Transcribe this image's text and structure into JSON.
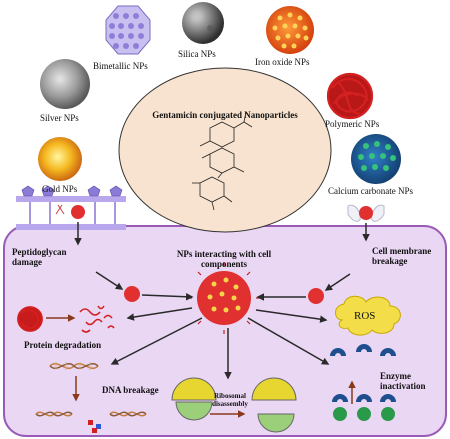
{
  "center_title": "Gentamicin conjugated Nanoparticles",
  "nanoparticles": [
    {
      "name": "Bimetallic NPs",
      "color": "#9b8fd6"
    },
    {
      "name": "Silica NPs",
      "color": "#6f6f6f"
    },
    {
      "name": "Iron oxide NPs",
      "color": "#e8571a"
    },
    {
      "name": "Silver NPs",
      "color": "#8a8a8a"
    },
    {
      "name": "Polymeric NPs",
      "color": "#d42020"
    },
    {
      "name": "Gold NPs",
      "color": "#f0a020"
    },
    {
      "name": "Calcium carbonate NPs",
      "color": "#1f5fa0"
    }
  ],
  "cell": {
    "center_label": "NPs interacting with cell components",
    "effects": {
      "peptidoglycan": "Peptidoglycan damage",
      "membrane": "Cell membrane breakage",
      "protein": "Protein degradation",
      "ros": "ROS",
      "dna": "DNA breakage",
      "ribosome": "Ribosomal disassembly",
      "enzyme": "Enzyme inactivation"
    }
  },
  "colors": {
    "cell_fill": "#ead7f4",
    "cell_border": "#9a5bb8",
    "oval_fill": "#f7e3cf",
    "arrow": "#2a2a2a",
    "ros_fill": "#f3de4a"
  }
}
